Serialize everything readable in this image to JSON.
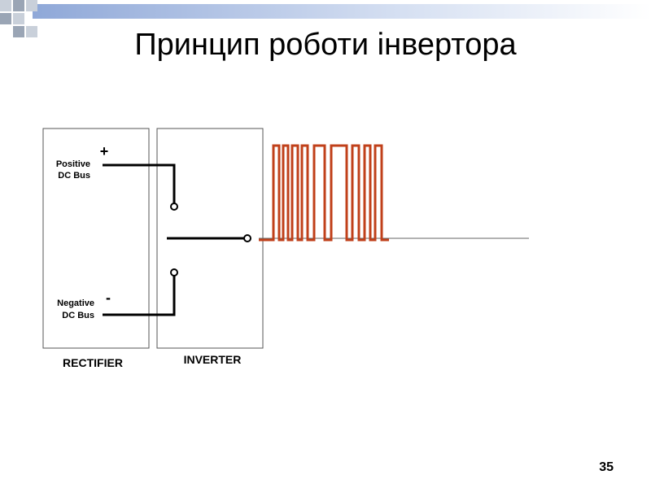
{
  "slide": {
    "title": "Принцип роботи інвертора",
    "page_number": "35"
  },
  "diagram": {
    "positive_label_line1": "Positive",
    "positive_label_line2": "DC Bus",
    "positive_sign": "+",
    "negative_label_line1": "Negative",
    "negative_label_line2": "DC Bus",
    "negative_sign": "-",
    "rectifier_label": "RECTIFIER",
    "inverter_label": "INVERTER"
  },
  "colors": {
    "pwm_waveform": "#c0401a",
    "corner_squares_dark": "#9aa5b5",
    "corner_squares_light": "#c9d0da",
    "header_bar_gradient_start": "#8fa8d8",
    "wire": "#000000"
  }
}
